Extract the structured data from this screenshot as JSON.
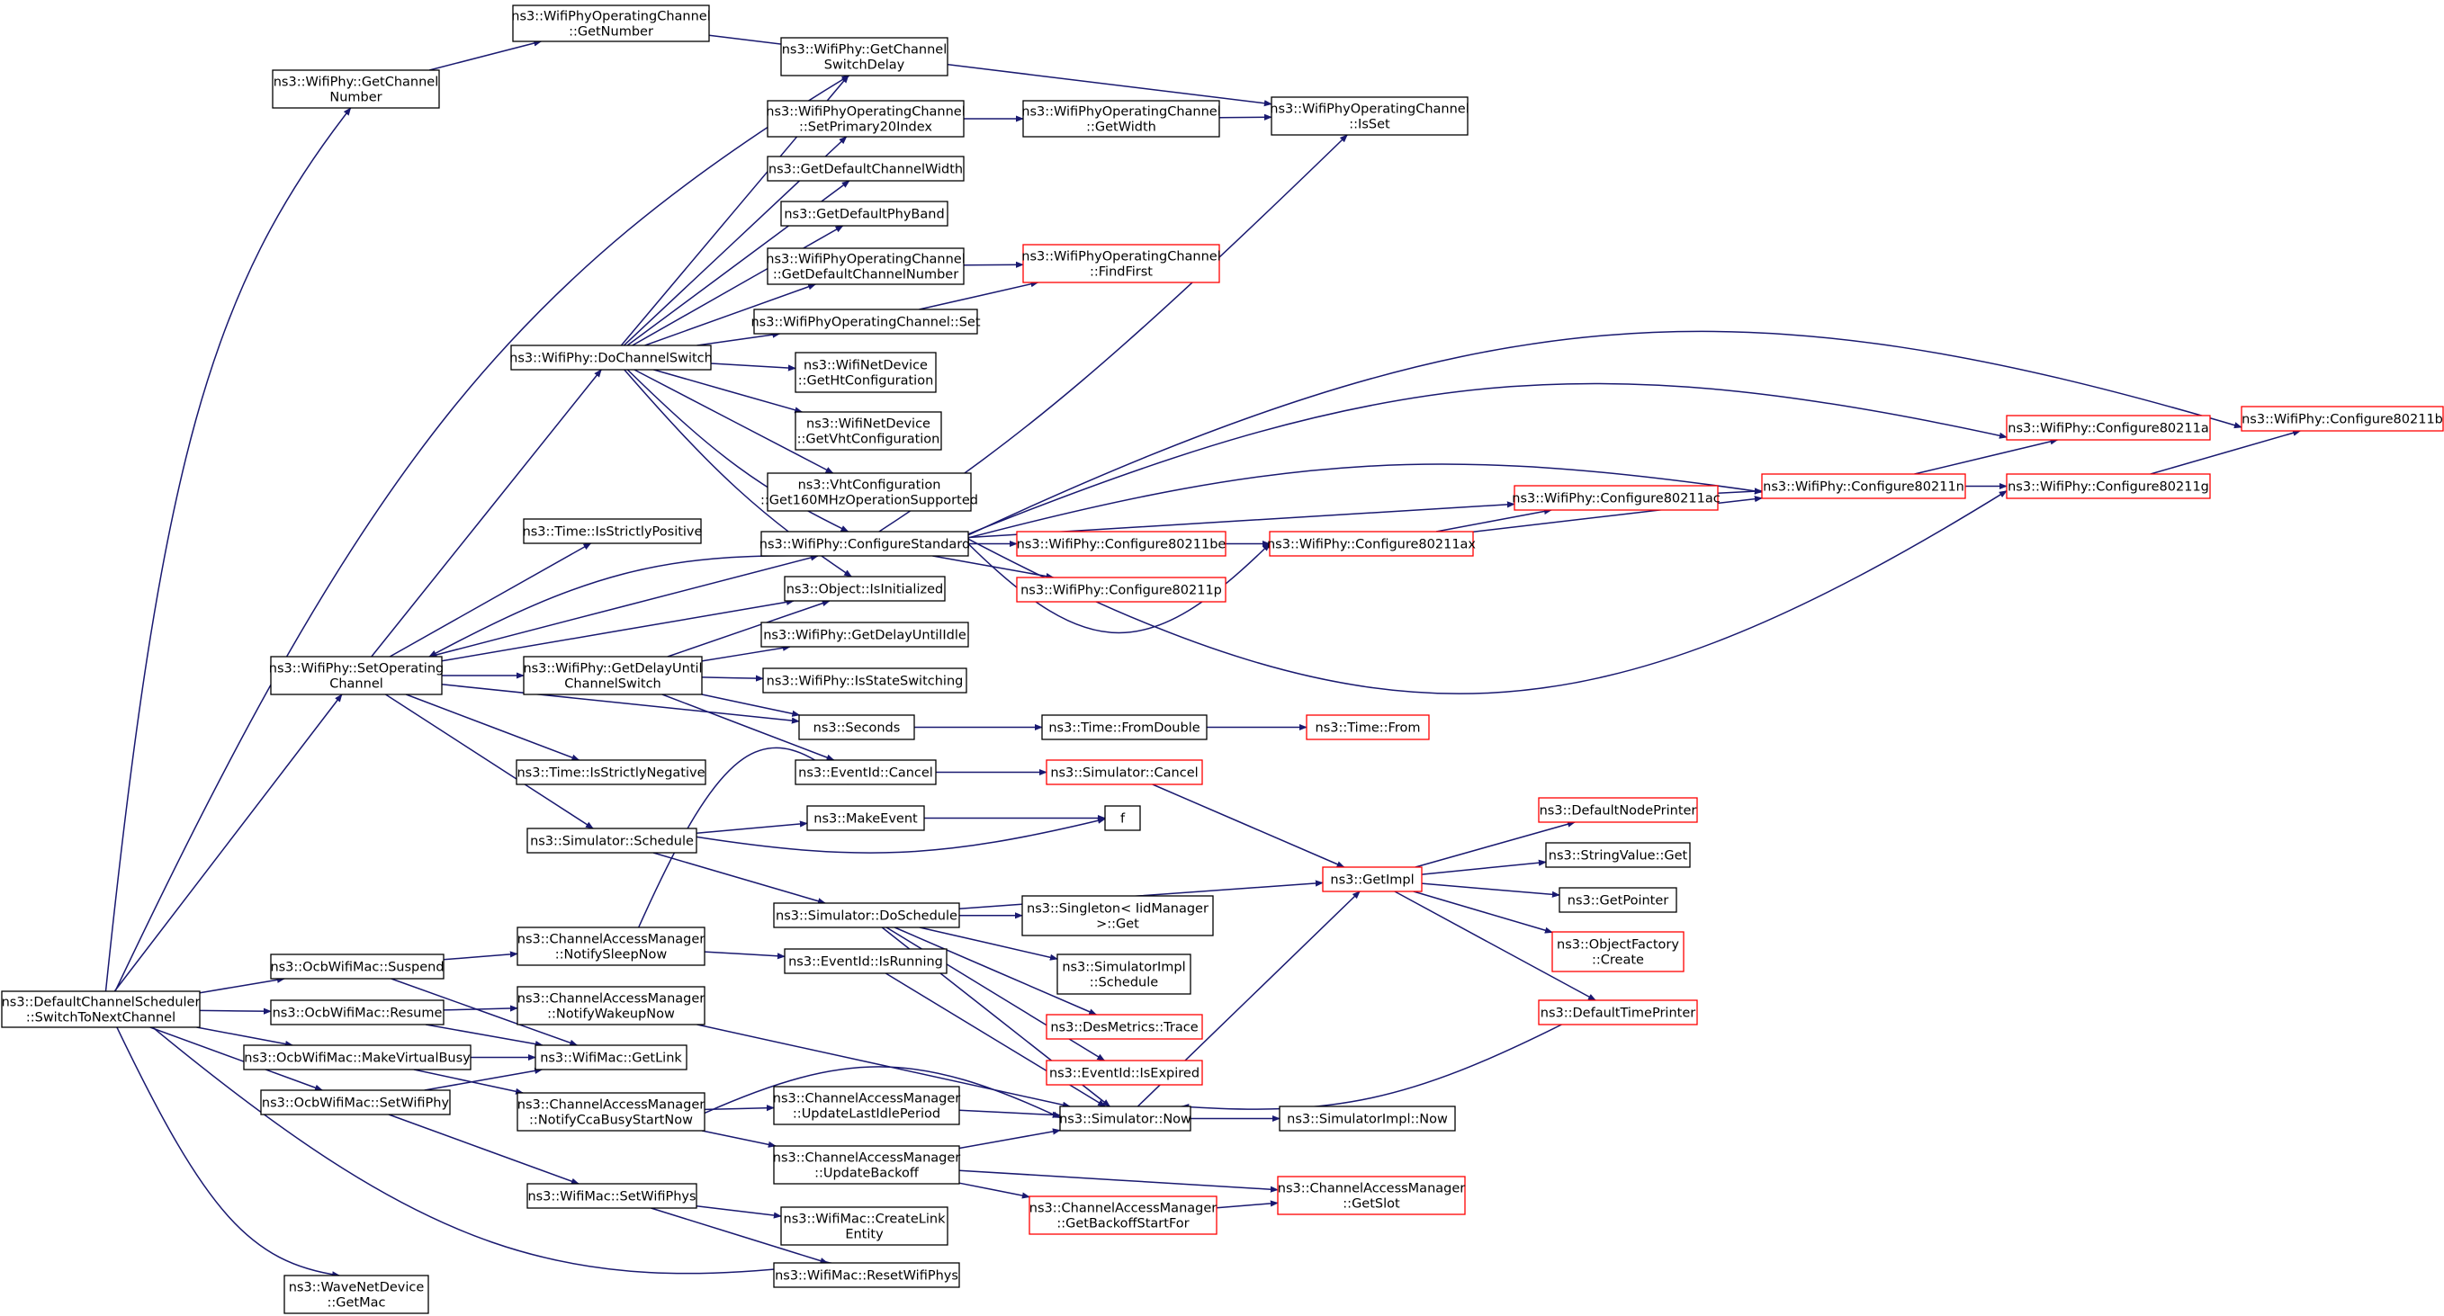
{
  "colors": {
    "edge": "#191970",
    "node_border": "#000000",
    "truncated_border": "#ff0000",
    "root_fill": "#bfbfbf",
    "background": "#ffffff"
  },
  "nodes": [
    {
      "id": "root",
      "lines": [
        "ns3::DefaultChannelScheduler",
        "::SwitchToNextChannel"
      ],
      "root": true
    },
    {
      "id": "getChannelNumber",
      "lines": [
        "ns3::WifiPhy::GetChannel",
        "Number"
      ]
    },
    {
      "id": "opGetNumber",
      "lines": [
        "ns3::WifiPhyOperatingChannel",
        "::GetNumber"
      ]
    },
    {
      "id": "getChannelSwitchDelay",
      "lines": [
        "ns3::WifiPhy::GetChannel",
        "SwitchDelay"
      ]
    },
    {
      "id": "setPrimary20Index",
      "lines": [
        "ns3::WifiPhyOperatingChannel",
        "::SetPrimary20Index"
      ]
    },
    {
      "id": "opGetWidth",
      "lines": [
        "ns3::WifiPhyOperatingChannel",
        "::GetWidth"
      ]
    },
    {
      "id": "opIsSet",
      "lines": [
        "ns3::WifiPhyOperatingChannel",
        "::IsSet"
      ]
    },
    {
      "id": "getDefaultChannelWidth",
      "lines": [
        "ns3::GetDefaultChannelWidth"
      ]
    },
    {
      "id": "getDefaultPhyBand",
      "lines": [
        "ns3::GetDefaultPhyBand"
      ]
    },
    {
      "id": "opGetDefaultChannelNumber",
      "lines": [
        "ns3::WifiPhyOperatingChannel",
        "::GetDefaultChannelNumber"
      ]
    },
    {
      "id": "opFindFirst",
      "lines": [
        "ns3::WifiPhyOperatingChannel",
        "::FindFirst"
      ],
      "truncated": true
    },
    {
      "id": "opSet",
      "lines": [
        "ns3::WifiPhyOperatingChannel::Set"
      ]
    },
    {
      "id": "doChannelSwitch",
      "lines": [
        "ns3::WifiPhy::DoChannelSwitch"
      ]
    },
    {
      "id": "getHtConfiguration",
      "lines": [
        "ns3::WifiNetDevice",
        "::GetHtConfiguration"
      ]
    },
    {
      "id": "getVhtConfiguration",
      "lines": [
        "ns3::WifiNetDevice",
        "::GetVhtConfiguration"
      ]
    },
    {
      "id": "get160MHz",
      "lines": [
        "ns3::VhtConfiguration",
        "::Get160MHzOperationSupported"
      ]
    },
    {
      "id": "isStrictlyPositive",
      "lines": [
        "ns3::Time::IsStrictlyPositive"
      ]
    },
    {
      "id": "configureStandard",
      "lines": [
        "ns3::WifiPhy::ConfigureStandard"
      ]
    },
    {
      "id": "configure80211be",
      "lines": [
        "ns3::WifiPhy::Configure80211be"
      ],
      "truncated": true
    },
    {
      "id": "configure80211ax",
      "lines": [
        "ns3::WifiPhy::Configure80211ax"
      ],
      "truncated": true
    },
    {
      "id": "configure80211ac",
      "lines": [
        "ns3::WifiPhy::Configure80211ac"
      ],
      "truncated": true
    },
    {
      "id": "configure80211n",
      "lines": [
        "ns3::WifiPhy::Configure80211n"
      ],
      "truncated": true
    },
    {
      "id": "configure80211a",
      "lines": [
        "ns3::WifiPhy::Configure80211a"
      ],
      "truncated": true
    },
    {
      "id": "configure80211g",
      "lines": [
        "ns3::WifiPhy::Configure80211g"
      ],
      "truncated": true
    },
    {
      "id": "configure80211b",
      "lines": [
        "ns3::WifiPhy::Configure80211b"
      ],
      "truncated": true
    },
    {
      "id": "configure80211p",
      "lines": [
        "ns3::WifiPhy::Configure80211p"
      ],
      "truncated": true
    },
    {
      "id": "isInitialized",
      "lines": [
        "ns3::Object::IsInitialized"
      ]
    },
    {
      "id": "setOperatingChannel",
      "lines": [
        "ns3::WifiPhy::SetOperating",
        "Channel"
      ]
    },
    {
      "id": "getDelayUntilChannelSwitch",
      "lines": [
        "ns3::WifiPhy::GetDelayUntil",
        "ChannelSwitch"
      ]
    },
    {
      "id": "getDelayUntilIdle",
      "lines": [
        "ns3::WifiPhy::GetDelayUntilIdle"
      ]
    },
    {
      "id": "isStateSwitching",
      "lines": [
        "ns3::WifiPhy::IsStateSwitching"
      ]
    },
    {
      "id": "seconds",
      "lines": [
        "ns3::Seconds"
      ]
    },
    {
      "id": "fromDouble",
      "lines": [
        "ns3::Time::FromDouble"
      ]
    },
    {
      "id": "timeFrom",
      "lines": [
        "ns3::Time::From"
      ],
      "truncated": true
    },
    {
      "id": "isStrictlyNegative",
      "lines": [
        "ns3::Time::IsStrictlyNegative"
      ]
    },
    {
      "id": "eventIdCancel",
      "lines": [
        "ns3::EventId::Cancel"
      ]
    },
    {
      "id": "simulatorCancel",
      "lines": [
        "ns3::Simulator::Cancel"
      ],
      "truncated": true
    },
    {
      "id": "simulatorSchedule",
      "lines": [
        "ns3::Simulator::Schedule"
      ]
    },
    {
      "id": "makeEvent",
      "lines": [
        "ns3::MakeEvent"
      ]
    },
    {
      "id": "f",
      "lines": [
        "f"
      ]
    },
    {
      "id": "getImpl",
      "lines": [
        "ns3::GetImpl"
      ],
      "truncated": true
    },
    {
      "id": "defaultNodePrinter",
      "lines": [
        "ns3::DefaultNodePrinter"
      ],
      "truncated": true
    },
    {
      "id": "stringValueGet",
      "lines": [
        "ns3::StringValue::Get"
      ]
    },
    {
      "id": "getPointer",
      "lines": [
        "ns3::GetPointer"
      ]
    },
    {
      "id": "objectFactoryCreate",
      "lines": [
        "ns3::ObjectFactory",
        "::Create"
      ],
      "truncated": true
    },
    {
      "id": "defaultTimePrinter",
      "lines": [
        "ns3::DefaultTimePrinter"
      ],
      "truncated": true
    },
    {
      "id": "simulatorDoSchedule",
      "lines": [
        "ns3::Simulator::DoSchedule"
      ]
    },
    {
      "id": "singletonGet",
      "lines": [
        "ns3::Singleton< IidManager",
        " >::Get"
      ]
    },
    {
      "id": "simulatorImplSchedule",
      "lines": [
        "ns3::SimulatorImpl",
        "::Schedule"
      ]
    },
    {
      "id": "desMetricsTrace",
      "lines": [
        "ns3::DesMetrics::Trace"
      ],
      "truncated": true
    },
    {
      "id": "eventIdIsExpired",
      "lines": [
        "ns3::EventId::IsExpired"
      ],
      "truncated": true
    },
    {
      "id": "eventIdIsRunning",
      "lines": [
        "ns3::EventId::IsRunning"
      ]
    },
    {
      "id": "simulatorNow",
      "lines": [
        "ns3::Simulator::Now"
      ]
    },
    {
      "id": "simulatorImplNow",
      "lines": [
        "ns3::SimulatorImpl::Now"
      ]
    },
    {
      "id": "ocbSuspend",
      "lines": [
        "ns3::OcbWifiMac::Suspend"
      ]
    },
    {
      "id": "notifySleepNow",
      "lines": [
        "ns3::ChannelAccessManager",
        "::NotifySleepNow"
      ]
    },
    {
      "id": "ocbResume",
      "lines": [
        "ns3::OcbWifiMac::Resume"
      ]
    },
    {
      "id": "notifyWakeupNow",
      "lines": [
        "ns3::ChannelAccessManager",
        "::NotifyWakeupNow"
      ]
    },
    {
      "id": "ocbMakeVirtualBusy",
      "lines": [
        "ns3::OcbWifiMac::MakeVirtualBusy"
      ]
    },
    {
      "id": "wifiMacGetLink",
      "lines": [
        "ns3::WifiMac::GetLink"
      ]
    },
    {
      "id": "ocbSetWifiPhy",
      "lines": [
        "ns3::OcbWifiMac::SetWifiPhy"
      ]
    },
    {
      "id": "notifyCcaBusyStartNow",
      "lines": [
        "ns3::ChannelAccessManager",
        "::NotifyCcaBusyStartNow"
      ]
    },
    {
      "id": "updateLastIdlePeriod",
      "lines": [
        "ns3::ChannelAccessManager",
        "::UpdateLastIdlePeriod"
      ]
    },
    {
      "id": "updateBackoff",
      "lines": [
        "ns3::ChannelAccessManager",
        "::UpdateBackoff"
      ]
    },
    {
      "id": "getBackoffStartFor",
      "lines": [
        "ns3::ChannelAccessManager",
        "::GetBackoffStartFor"
      ],
      "truncated": true
    },
    {
      "id": "getSlot",
      "lines": [
        "ns3::ChannelAccessManager",
        "::GetSlot"
      ],
      "truncated": true
    },
    {
      "id": "wifiMacSetWifiPhys",
      "lines": [
        "ns3::WifiMac::SetWifiPhys"
      ]
    },
    {
      "id": "createLinkEntity",
      "lines": [
        "ns3::WifiMac::CreateLink",
        "Entity"
      ]
    },
    {
      "id": "resetWifiPhys",
      "lines": [
        "ns3::WifiMac::ResetWifiPhys"
      ]
    },
    {
      "id": "waveGetMac",
      "lines": [
        "ns3::WaveNetDevice",
        "::GetMac"
      ]
    }
  ],
  "edges": [
    [
      "root",
      "getChannelNumber"
    ],
    [
      "root",
      "getChannelSwitchDelay"
    ],
    [
      "root",
      "setOperatingChannel"
    ],
    [
      "root",
      "ocbSuspend"
    ],
    [
      "root",
      "ocbResume"
    ],
    [
      "root",
      "ocbMakeVirtualBusy"
    ],
    [
      "root",
      "ocbSetWifiPhy"
    ],
    [
      "root",
      "resetWifiPhys"
    ],
    [
      "root",
      "waveGetMac"
    ],
    [
      "getChannelNumber",
      "opGetNumber"
    ],
    [
      "opGetNumber",
      "opIsSet"
    ],
    [
      "setOperatingChannel",
      "doChannelSwitch"
    ],
    [
      "setOperatingChannel",
      "isStrictlyPositive"
    ],
    [
      "setOperatingChannel",
      "configureStandard"
    ],
    [
      "setOperatingChannel",
      "isInitialized"
    ],
    [
      "setOperatingChannel",
      "getDelayUntilChannelSwitch"
    ],
    [
      "setOperatingChannel",
      "seconds"
    ],
    [
      "setOperatingChannel",
      "isStrictlyNegative"
    ],
    [
      "setOperatingChannel",
      "simulatorSchedule"
    ],
    [
      "doChannelSwitch",
      "getChannelSwitchDelay"
    ],
    [
      "doChannelSwitch",
      "setPrimary20Index"
    ],
    [
      "doChannelSwitch",
      "getDefaultChannelWidth"
    ],
    [
      "doChannelSwitch",
      "getDefaultPhyBand"
    ],
    [
      "doChannelSwitch",
      "opGetDefaultChannelNumber"
    ],
    [
      "doChannelSwitch",
      "opSet"
    ],
    [
      "doChannelSwitch",
      "getHtConfiguration"
    ],
    [
      "doChannelSwitch",
      "getVhtConfiguration"
    ],
    [
      "doChannelSwitch",
      "get160MHz"
    ],
    [
      "doChannelSwitch",
      "configureStandard"
    ],
    [
      "doChannelSwitch",
      "isInitialized"
    ],
    [
      "setPrimary20Index",
      "opGetWidth"
    ],
    [
      "opGetWidth",
      "opIsSet"
    ],
    [
      "opGetDefaultChannelNumber",
      "opFindFirst"
    ],
    [
      "opSet",
      "opFindFirst"
    ],
    [
      "configureStandard",
      "opIsSet"
    ],
    [
      "configureStandard",
      "configure80211b"
    ],
    [
      "configureStandard",
      "configure80211a"
    ],
    [
      "configureStandard",
      "configure80211n"
    ],
    [
      "configureStandard",
      "configure80211ac"
    ],
    [
      "configureStandard",
      "configure80211be"
    ],
    [
      "configureStandard",
      "configure80211p"
    ],
    [
      "configureStandard",
      "configure80211ax"
    ],
    [
      "configureStandard",
      "configure80211g"
    ],
    [
      "configureStandard",
      "setOperatingChannel"
    ],
    [
      "configure80211be",
      "configure80211ax"
    ],
    [
      "configure80211ax",
      "configure80211ac"
    ],
    [
      "configure80211ax",
      "configure80211n"
    ],
    [
      "configure80211ac",
      "configure80211n"
    ],
    [
      "configure80211n",
      "configure80211a"
    ],
    [
      "configure80211n",
      "configure80211g"
    ],
    [
      "configure80211g",
      "configure80211b"
    ],
    [
      "getDelayUntilChannelSwitch",
      "isInitialized"
    ],
    [
      "getDelayUntilChannelSwitch",
      "getDelayUntilIdle"
    ],
    [
      "getDelayUntilChannelSwitch",
      "isStateSwitching"
    ],
    [
      "getDelayUntilChannelSwitch",
      "seconds"
    ],
    [
      "getDelayUntilChannelSwitch",
      "eventIdCancel"
    ],
    [
      "seconds",
      "fromDouble"
    ],
    [
      "fromDouble",
      "timeFrom"
    ],
    [
      "eventIdCancel",
      "simulatorCancel"
    ],
    [
      "simulatorCancel",
      "getImpl"
    ],
    [
      "simulatorSchedule",
      "makeEvent"
    ],
    [
      "simulatorSchedule",
      "f"
    ],
    [
      "simulatorSchedule",
      "simulatorDoSchedule"
    ],
    [
      "makeEvent",
      "f"
    ],
    [
      "simulatorDoSchedule",
      "getImpl"
    ],
    [
      "simulatorDoSchedule",
      "singletonGet"
    ],
    [
      "simulatorDoSchedule",
      "simulatorImplSchedule"
    ],
    [
      "simulatorDoSchedule",
      "desMetricsTrace"
    ],
    [
      "simulatorDoSchedule",
      "eventIdIsExpired"
    ],
    [
      "simulatorDoSchedule",
      "simulatorNow"
    ],
    [
      "getImpl",
      "defaultNodePrinter"
    ],
    [
      "getImpl",
      "stringValueGet"
    ],
    [
      "getImpl",
      "getPointer"
    ],
    [
      "getImpl",
      "objectFactoryCreate"
    ],
    [
      "getImpl",
      "defaultTimePrinter"
    ],
    [
      "defaultTimePrinter",
      "simulatorNow"
    ],
    [
      "simulatorNow",
      "getImpl"
    ],
    [
      "simulatorNow",
      "simulatorImplNow"
    ],
    [
      "eventIdIsRunning",
      "simulatorNow"
    ],
    [
      "ocbSuspend",
      "notifySleepNow"
    ],
    [
      "ocbSuspend",
      "wifiMacGetLink"
    ],
    [
      "notifySleepNow",
      "eventIdCancel"
    ],
    [
      "notifySleepNow",
      "eventIdIsRunning"
    ],
    [
      "ocbResume",
      "notifyWakeupNow"
    ],
    [
      "ocbResume",
      "wifiMacGetLink"
    ],
    [
      "notifyWakeupNow",
      "simulatorNow"
    ],
    [
      "ocbMakeVirtualBusy",
      "wifiMacGetLink"
    ],
    [
      "ocbMakeVirtualBusy",
      "notifyCcaBusyStartNow"
    ],
    [
      "ocbSetWifiPhy",
      "wifiMacGetLink"
    ],
    [
      "ocbSetWifiPhy",
      "wifiMacSetWifiPhys"
    ],
    [
      "notifyCcaBusyStartNow",
      "simulatorNow"
    ],
    [
      "notifyCcaBusyStartNow",
      "updateLastIdlePeriod"
    ],
    [
      "notifyCcaBusyStartNow",
      "updateBackoff"
    ],
    [
      "updateLastIdlePeriod",
      "simulatorNow"
    ],
    [
      "updateBackoff",
      "simulatorNow"
    ],
    [
      "updateBackoff",
      "getBackoffStartFor"
    ],
    [
      "updateBackoff",
      "getSlot"
    ],
    [
      "getBackoffStartFor",
      "getSlot"
    ],
    [
      "wifiMacSetWifiPhys",
      "createLinkEntity"
    ],
    [
      "wifiMacSetWifiPhys",
      "resetWifiPhys"
    ]
  ]
}
